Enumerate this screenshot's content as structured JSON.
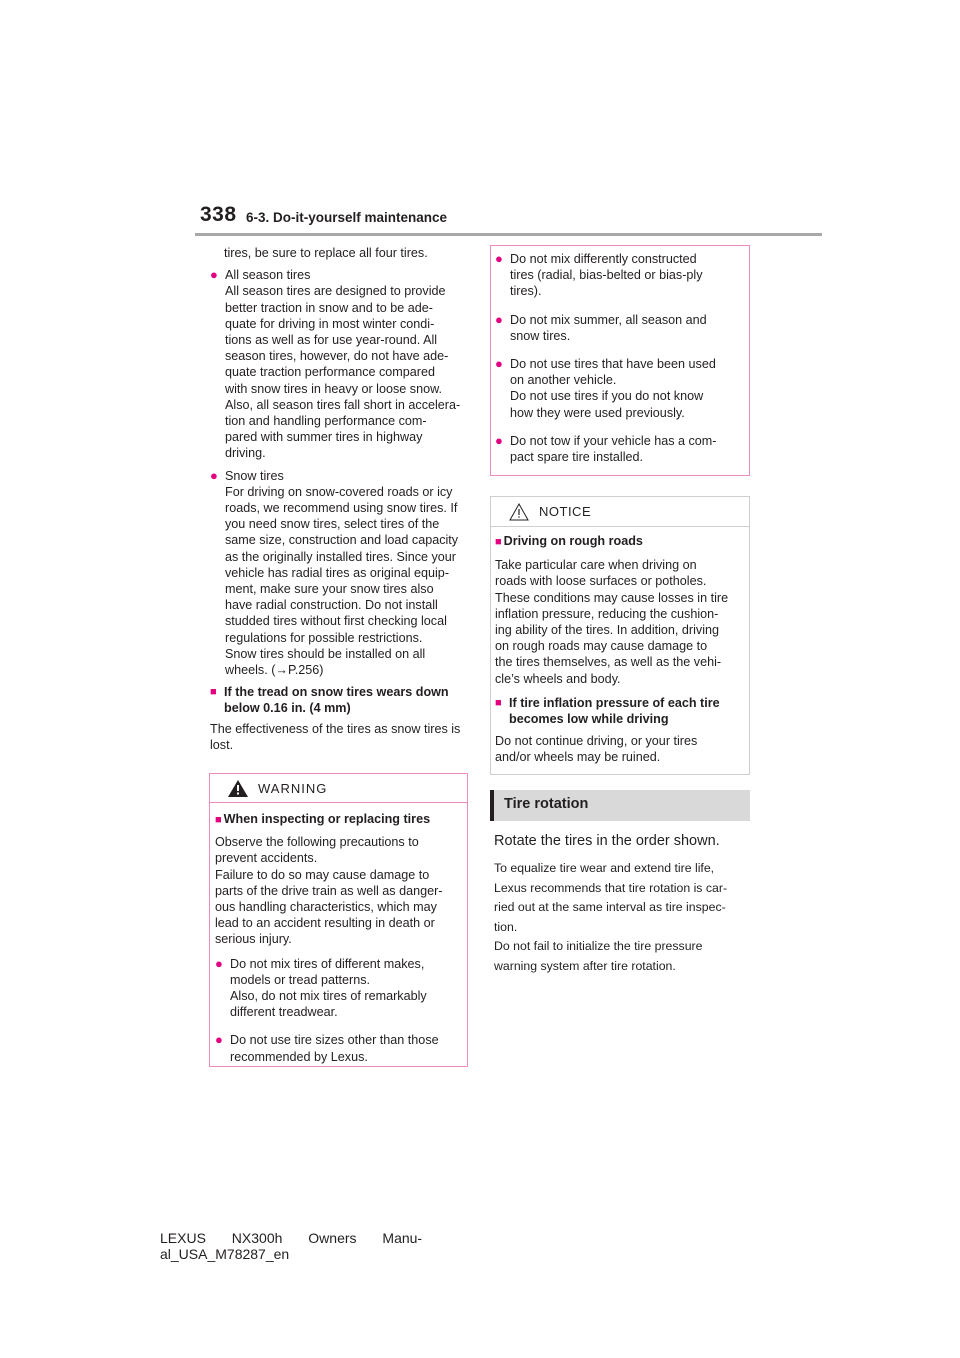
{
  "header": {
    "page_number": "338",
    "section": "6-3. Do-it-yourself maintenance"
  },
  "left": {
    "intro": "tires, be sure to replace all four tires.",
    "all_season": {
      "title": "All season tires",
      "lines": [
        "All season tires are designed to provide",
        "better traction in snow and to be ade-",
        "quate for driving in most winter condi-",
        "tions as well as for use year-round. All",
        "season tires, however, do not have ade-",
        "quate traction performance compared",
        "with snow tires in heavy or loose snow.",
        "Also, all season tires fall short in accelera-",
        "tion and handling performance com-",
        "pared with summer tires in highway",
        "driving."
      ]
    },
    "snow": {
      "title": "Snow tires",
      "lines": [
        "For driving on snow-covered roads or icy",
        "roads, we recommend using snow tires. If",
        "you need snow tires, select tires of the",
        "same size, construction and load capacity",
        "as the originally installed tires. Since your",
        "vehicle has radial tires as original equip-",
        "ment, make sure your snow tires also",
        "have radial construction. Do not install",
        "studded tires without first checking local",
        "regulations for possible restrictions.",
        "Snow tires should be installed on all",
        "wheels. (→P.256)"
      ]
    },
    "tread_heading": [
      "If the tread on snow tires wears down",
      "below 0.16 in. (4 mm)"
    ],
    "tread_body": [
      "The effectiveness of the tires as snow tires is",
      "lost."
    ]
  },
  "warning": {
    "label": "WARNING",
    "subhead": "When inspecting or replacing tires",
    "para": [
      "Observe the following precautions to",
      "prevent accidents.",
      "Failure to do so may cause damage to",
      "parts of the drive train as well as danger-",
      "ous handling characteristics, which may",
      "lead to an accident resulting in death or",
      "serious injury."
    ],
    "bullet1": [
      "Do not mix tires of different makes,",
      "models or tread patterns.",
      "Also, do not mix tires of remarkably",
      "different treadwear."
    ],
    "bullet2": [
      "Do not use tire sizes other than those",
      "recommended by Lexus."
    ]
  },
  "right_box": {
    "b1": [
      "Do not mix differently constructed",
      "tires (radial, bias-belted or bias-ply",
      "tires)."
    ],
    "b2": [
      "Do not mix summer, all season and",
      "snow tires."
    ],
    "b3": [
      "Do not use tires that have been used",
      "on another vehicle.",
      "Do not use tires if you do not know",
      "how they were used previously."
    ],
    "b4": [
      "Do not tow if your vehicle has a com-",
      "pact spare tire installed."
    ]
  },
  "notice": {
    "label": "NOTICE",
    "sub1": "Driving on rough roads",
    "para1": [
      "Take particular care when driving on",
      "roads with loose surfaces or potholes.",
      "These conditions may cause losses in tire",
      "inflation pressure, reducing the cushion-",
      "ing ability of the tires. In addition, driving",
      "on rough roads may cause damage to",
      "the tires themselves, as well as the vehi-",
      "cle’s wheels and body."
    ],
    "sub2": [
      "If tire inflation pressure of each tire",
      "becomes low while driving"
    ],
    "para2": [
      "Do not continue driving, or your tires",
      "and/or wheels may be ruined."
    ]
  },
  "rotation": {
    "title": "Tire rotation",
    "lead": "Rotate the tires in the order shown.",
    "body": [
      "To equalize tire wear and extend tire life,",
      "Lexus recommends that tire rotation is car-",
      "ried out at the same interval as tire inspec-",
      "tion.",
      "Do not fail to initialize the tire pressure",
      "warning system after tire rotation."
    ]
  },
  "footer": {
    "line1": "LEXUS NX300h Owners Manu-",
    "line2": "al_USA_M78287_en"
  }
}
